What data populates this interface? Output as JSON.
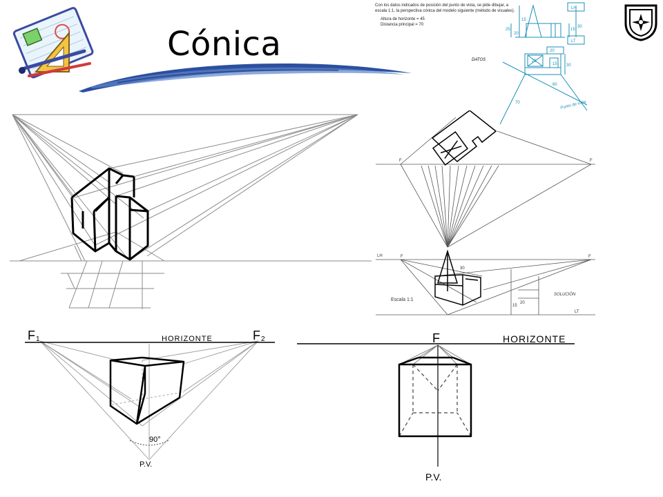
{
  "slide": {
    "title": "Cónica"
  },
  "exercise": {
    "instructions": "Con los datos indicados de posición del punto de vista, se pide dibujar, a escala 1:1, la perspectiva cónica del modelo siguiente (método de visuales).",
    "height_label": "Altura de horizonte = 45",
    "distance_label": "Distancia principal = 70",
    "datos_label": "DATOS",
    "lh_label": "LH",
    "lt_label": "LT",
    "pv_label": "Punto de vista",
    "dims": [
      "25",
      "20",
      "15",
      "30",
      "15",
      "20",
      "25",
      "15",
      "30",
      "70",
      "60"
    ]
  },
  "solution": {
    "f_left": "F",
    "f_right": "F",
    "lh": "LH",
    "lt": "LT",
    "solucion": "SOLUCIÓN",
    "escala": "Escala 1:1",
    "dims": [
      "30",
      "20",
      "15"
    ]
  },
  "two_point": {
    "f1": "F",
    "f1_sub": "1",
    "f2": "F",
    "f2_sub": "2",
    "horizon": "HORIZONTE",
    "angle": "90°",
    "pv": "P.V."
  },
  "one_point": {
    "f": "F",
    "horizon": "HORIZONTE",
    "pv": "P.V."
  },
  "colors": {
    "swoosh": "#2c4f9e",
    "technical": "#1b8fb8",
    "line": "#000000"
  }
}
